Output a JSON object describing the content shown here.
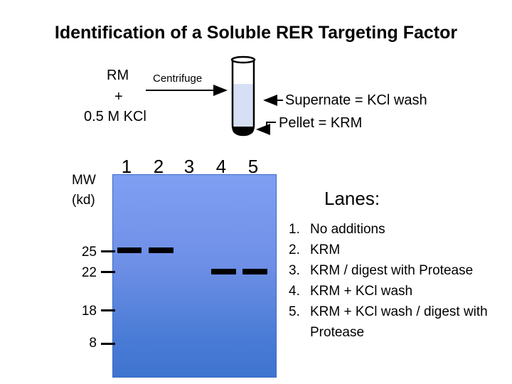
{
  "title": "Identification of a Soluble RER Targeting Factor",
  "schematic": {
    "rm": "RM",
    "plus": "+",
    "kcl": "0.5 M KCl",
    "centrifuge": "Centrifuge",
    "supernate": "Supernate = KCl wash",
    "pellet": "Pellet = KRM"
  },
  "gel": {
    "mw_label": "MW",
    "mw_unit": "(kd)",
    "lane_numbers": [
      "1",
      "2",
      "3",
      "4",
      "5"
    ],
    "markers": [
      "25",
      "22",
      "18",
      "8"
    ]
  },
  "lanes_legend": {
    "heading": "Lanes:",
    "items": [
      {
        "num": "1.",
        "text": "No additions"
      },
      {
        "num": "2.",
        "text": "KRM"
      },
      {
        "num": "3.",
        "text": "KRM / digest with Protease"
      },
      {
        "num": "4.",
        "text": "KRM + KCl wash"
      },
      {
        "num": "5.",
        "text": "KRM + KCl wash / digest with Protease"
      }
    ]
  },
  "colors": {
    "gel_top": "#7e9ff2",
    "gel_bottom": "#3f74cf",
    "tube_liquid": "#d6dff3"
  }
}
